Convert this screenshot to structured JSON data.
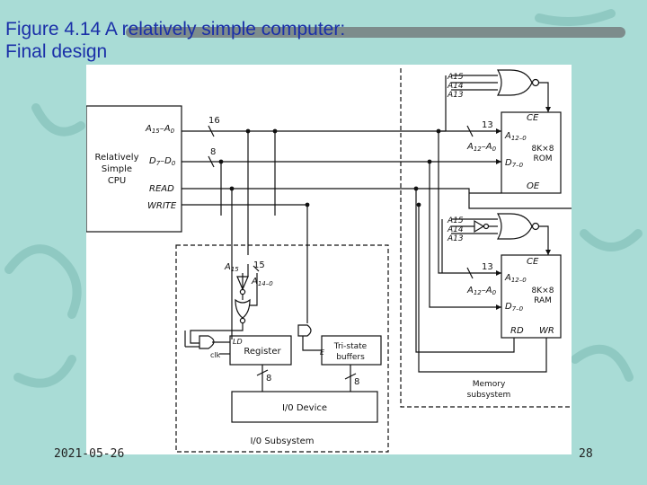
{
  "slide": {
    "title_line1": "Figure 4.14 A relatively simple computer:",
    "title_line2": "Final design",
    "date": "2021-05-26",
    "page_number": "28",
    "title_color": "#1a2fa8",
    "background_color": "#a9dcd6"
  },
  "diagram": {
    "cpu": {
      "line1": "Relatively",
      "line2": "Simple",
      "line3": "CPU",
      "addr_pin_a": "A",
      "addr_pin_a_sub": "15",
      "addr_pin_b": "–A",
      "addr_pin_b_sub": "0",
      "data_pin_a": "D",
      "data_pin_a_sub": "7",
      "data_pin_b": "–D",
      "data_pin_b_sub": "0",
      "read_pin": "READ",
      "write_pin": "WRITE"
    },
    "bus": {
      "addr_width": "16",
      "data_width": "8"
    },
    "rom": {
      "ce": "CE",
      "addr_in": "A",
      "addr_in_sub": "12–0",
      "data_in": "D",
      "data_in_sub": "7–0",
      "size": "8K×8",
      "type": "ROM",
      "oe": "OE",
      "addr_width": "13",
      "addr_bus_a": "A",
      "addr_bus_a_sub": "12",
      "addr_bus_b": "–A",
      "addr_bus_b_sub": "0",
      "dec_a15": "A15",
      "dec_a14": "A14",
      "dec_a13": "A13"
    },
    "ram": {
      "ce": "CE",
      "addr_in": "A",
      "addr_in_sub": "12–0",
      "data_in": "D",
      "data_in_sub": "7–0",
      "size": "8K×8",
      "type": "RAM",
      "rd": "RD",
      "wr": "WR",
      "addr_width": "13",
      "addr_bus_a": "A",
      "addr_bus_a_sub": "12",
      "addr_bus_b": "–A",
      "addr_bus_b_sub": "0",
      "dec_a15": "A15",
      "dec_a14": "A14",
      "dec_a13": "A13"
    },
    "memory_subsystem": {
      "line1": "Memory",
      "line2": "subsystem"
    },
    "io": {
      "a15": "A",
      "a15_sub": "15",
      "width_15": "15",
      "a14": "A",
      "a14_sub": "14–0",
      "ld": "LD",
      "clk": "clk",
      "register": "Register",
      "e": "E",
      "tristate_line1": "Tri-state",
      "tristate_line2": "buffers",
      "width_8a": "8",
      "width_8b": "8",
      "device": "I/0 Device",
      "subsystem": "I/0 Subsystem"
    }
  }
}
